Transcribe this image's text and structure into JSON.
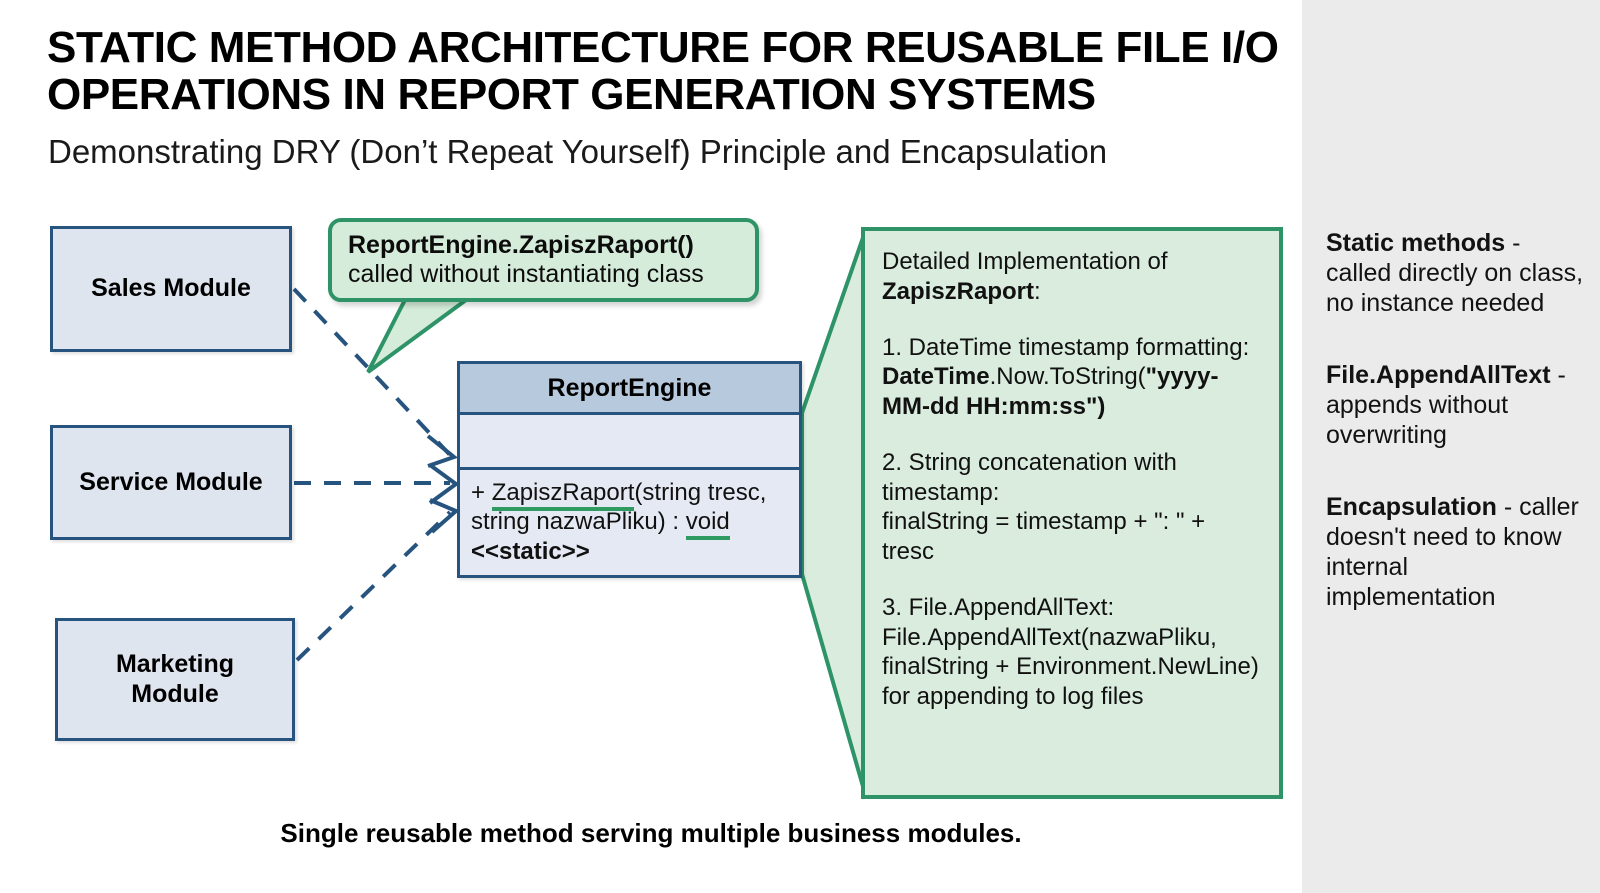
{
  "header": {
    "title": "STATIC METHOD ARCHITECTURE FOR REUSABLE FILE I/O OPERATIONS IN REPORT GENERATION SYSTEMS",
    "subtitle": "Demonstrating DRY (Don’t Repeat Yourself) Principle and Encapsulation"
  },
  "modules": [
    {
      "label": "Sales Module"
    },
    {
      "label": "Service Module"
    },
    {
      "label": "Marketing\nModule"
    }
  ],
  "callout": {
    "bold_text": "ReportEngine.ZapiszRaport()",
    "normal_text": "called without instantiating class"
  },
  "uml": {
    "class_name": "ReportEngine",
    "attributes": "",
    "operation_prefix": "+ ",
    "operation_name": "ZapiszRaport",
    "operation_params": "(string tresc, string nazwaPliku) : ",
    "operation_return": "void",
    "stereotype": "<<static>>"
  },
  "detail_panel": {
    "heading_lead": "Detailed Implementation of ",
    "heading_bold": "ZapiszRaport",
    "heading_colon": ":",
    "steps": [
      {
        "line1": "1. DateTime timestamp formatting:",
        "bold1": "DateTime",
        "mid1": ".Now.ToString(",
        "bold2": "\"yyyy-MM-dd HH:mm:ss\")"
      },
      {
        "line1": "2. String concatenation with timestamp:",
        "line2": "finalString = timestamp + \": \" + tresc"
      },
      {
        "line1": "3. File.AppendAllText:",
        "line2": "File.AppendAllText(nazwaPliku, finalString + Environment.NewLine) for appending to log files"
      }
    ]
  },
  "sidebar": {
    "notes": [
      {
        "term": "Static methods",
        "desc": " - called directly on class, no instance needed"
      },
      {
        "term": "File.AppendAllText",
        "desc": " - appends without overwriting"
      },
      {
        "term": "Encapsulation",
        "desc": " - caller doesn't need to know internal implementation"
      }
    ]
  },
  "caption": "Single reusable method serving multiple business modules.",
  "colors": {
    "module_fill": "#dfe5ef",
    "module_border": "#27547f",
    "uml_header_fill": "#b7cadd",
    "uml_body_fill": "#e4e9f3",
    "green_fill": "#d9ecdd",
    "green_border": "#2e9468",
    "callout_fill": "#d6ecda",
    "sidebar_bg": "#ebebeb",
    "underline_green": "#2f9a62",
    "arrow": "#27547f"
  }
}
